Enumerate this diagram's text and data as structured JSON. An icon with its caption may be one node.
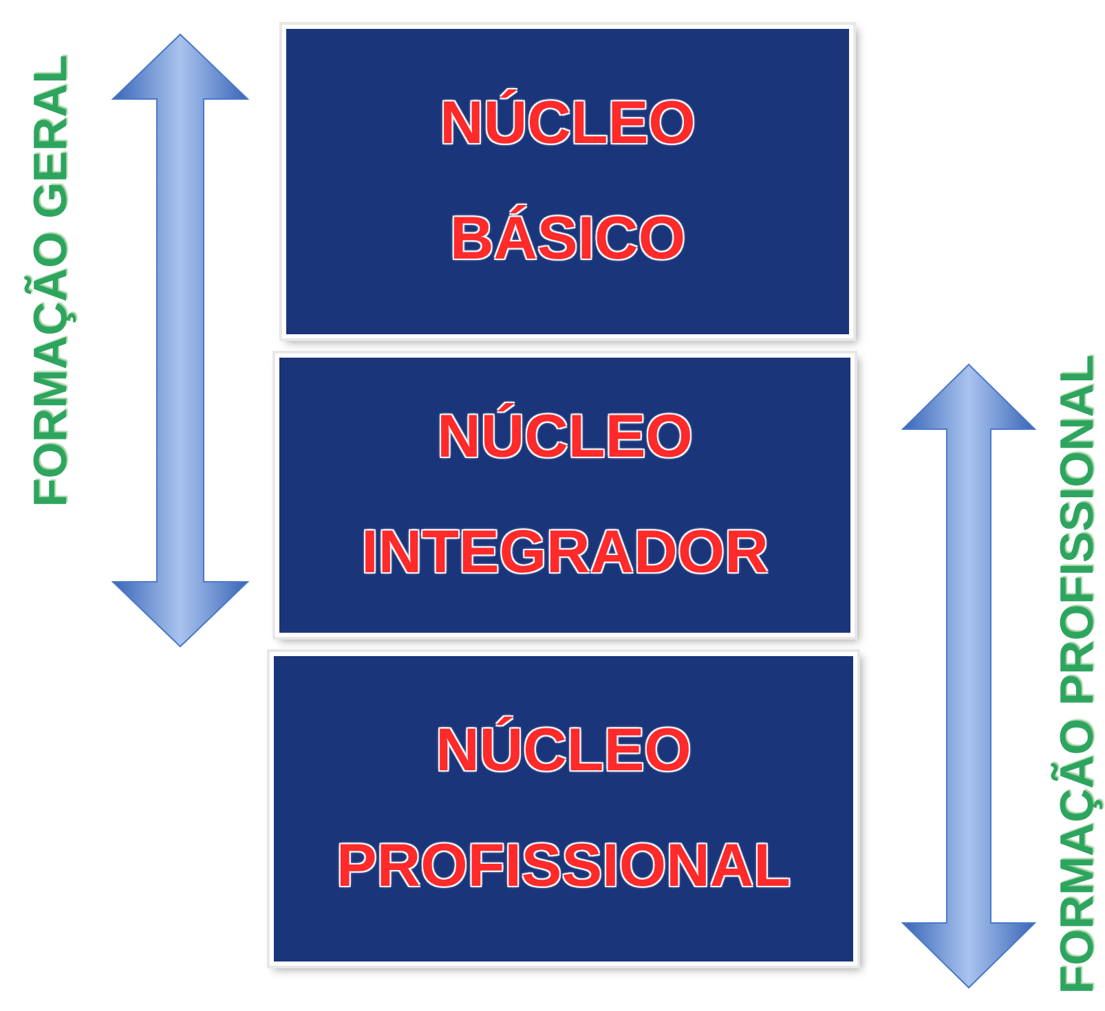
{
  "diagram": {
    "nodes": [
      {
        "text": [
          "NÚCLEO BÁSICO"
        ]
      },
      {
        "text": [
          "NÚCLEO INTEGRADOR"
        ]
      },
      {
        "text": [
          "NÚCLEO PROFISSIONAL"
        ]
      }
    ],
    "labels": [
      "FORMAÇÃO GERAL",
      "FORMAÇÃO PROFISSIONAL"
    ]
  }
}
